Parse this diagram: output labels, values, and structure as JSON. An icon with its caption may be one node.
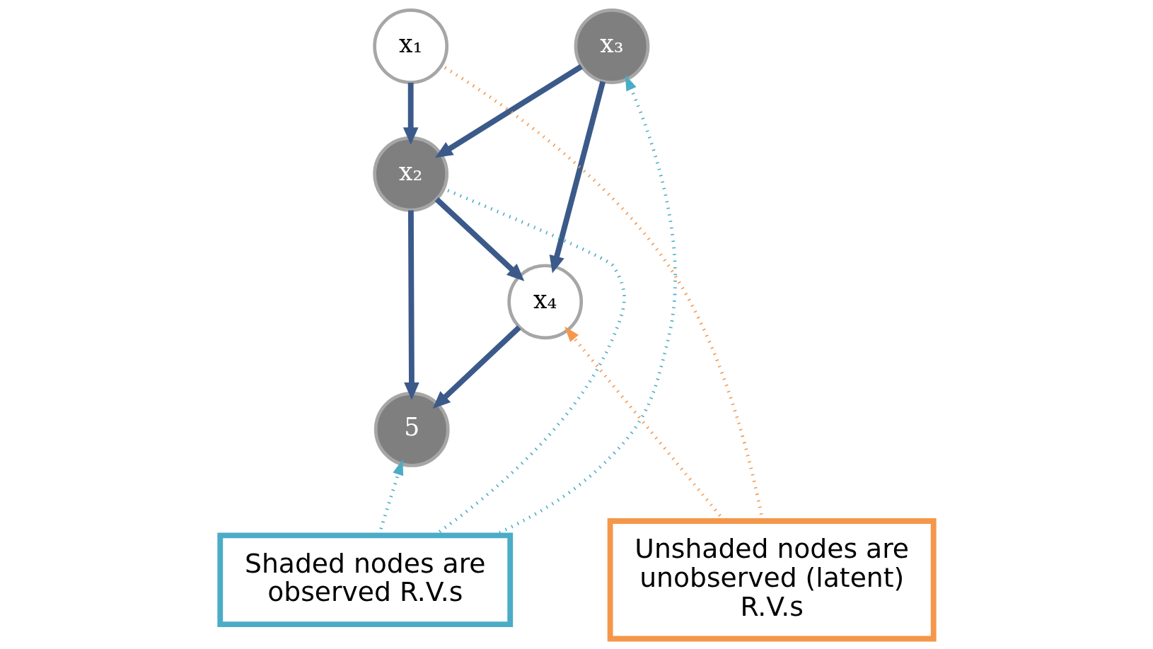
{
  "diagram": {
    "nodes": [
      {
        "text": [
          "x₁"
        ]
      },
      {
        "text": [
          "x₂"
        ]
      },
      {
        "text": [
          "x₃"
        ]
      },
      {
        "text": [
          "x₄"
        ]
      },
      {
        "text": [
          "5"
        ]
      },
      {
        "text": [
          "Unshaded nodes are unobserved (latent) R.V.s"
        ]
      },
      {
        "text": [
          "Shaded nodes are observed R.V.s"
        ]
      }
    ],
    "edges": [
      {
        "from": 0,
        "to": 1,
        "arrow": "to"
      },
      {
        "from": 2,
        "to": 1,
        "arrow": "to"
      },
      {
        "from": 1,
        "to": 3,
        "arrow": "to"
      },
      {
        "from": 1,
        "to": 4,
        "arrow": "to"
      },
      {
        "from": 2,
        "to": 3,
        "arrow": "to"
      },
      {
        "from": 3,
        "to": 4,
        "arrow": "to"
      },
      {
        "from": 5,
        "to": 0,
        "arrow": "none",
        "style": "dashed",
        "color": "#f4974a"
      },
      {
        "from": 5,
        "to": 3,
        "arrow": "to",
        "style": "dashed",
        "color": "#f4974a"
      },
      {
        "from": 6,
        "to": 2,
        "arrow": "to",
        "style": "dashed",
        "color": "#4bacc6"
      },
      {
        "from": 6,
        "to": 4,
        "arrow": "to",
        "style": "dashed",
        "color": "#4bacc6"
      },
      {
        "from": 6,
        "to": 1,
        "arrow": "none",
        "style": "dashed",
        "color": "#4bacc6"
      }
    ]
  }
}
